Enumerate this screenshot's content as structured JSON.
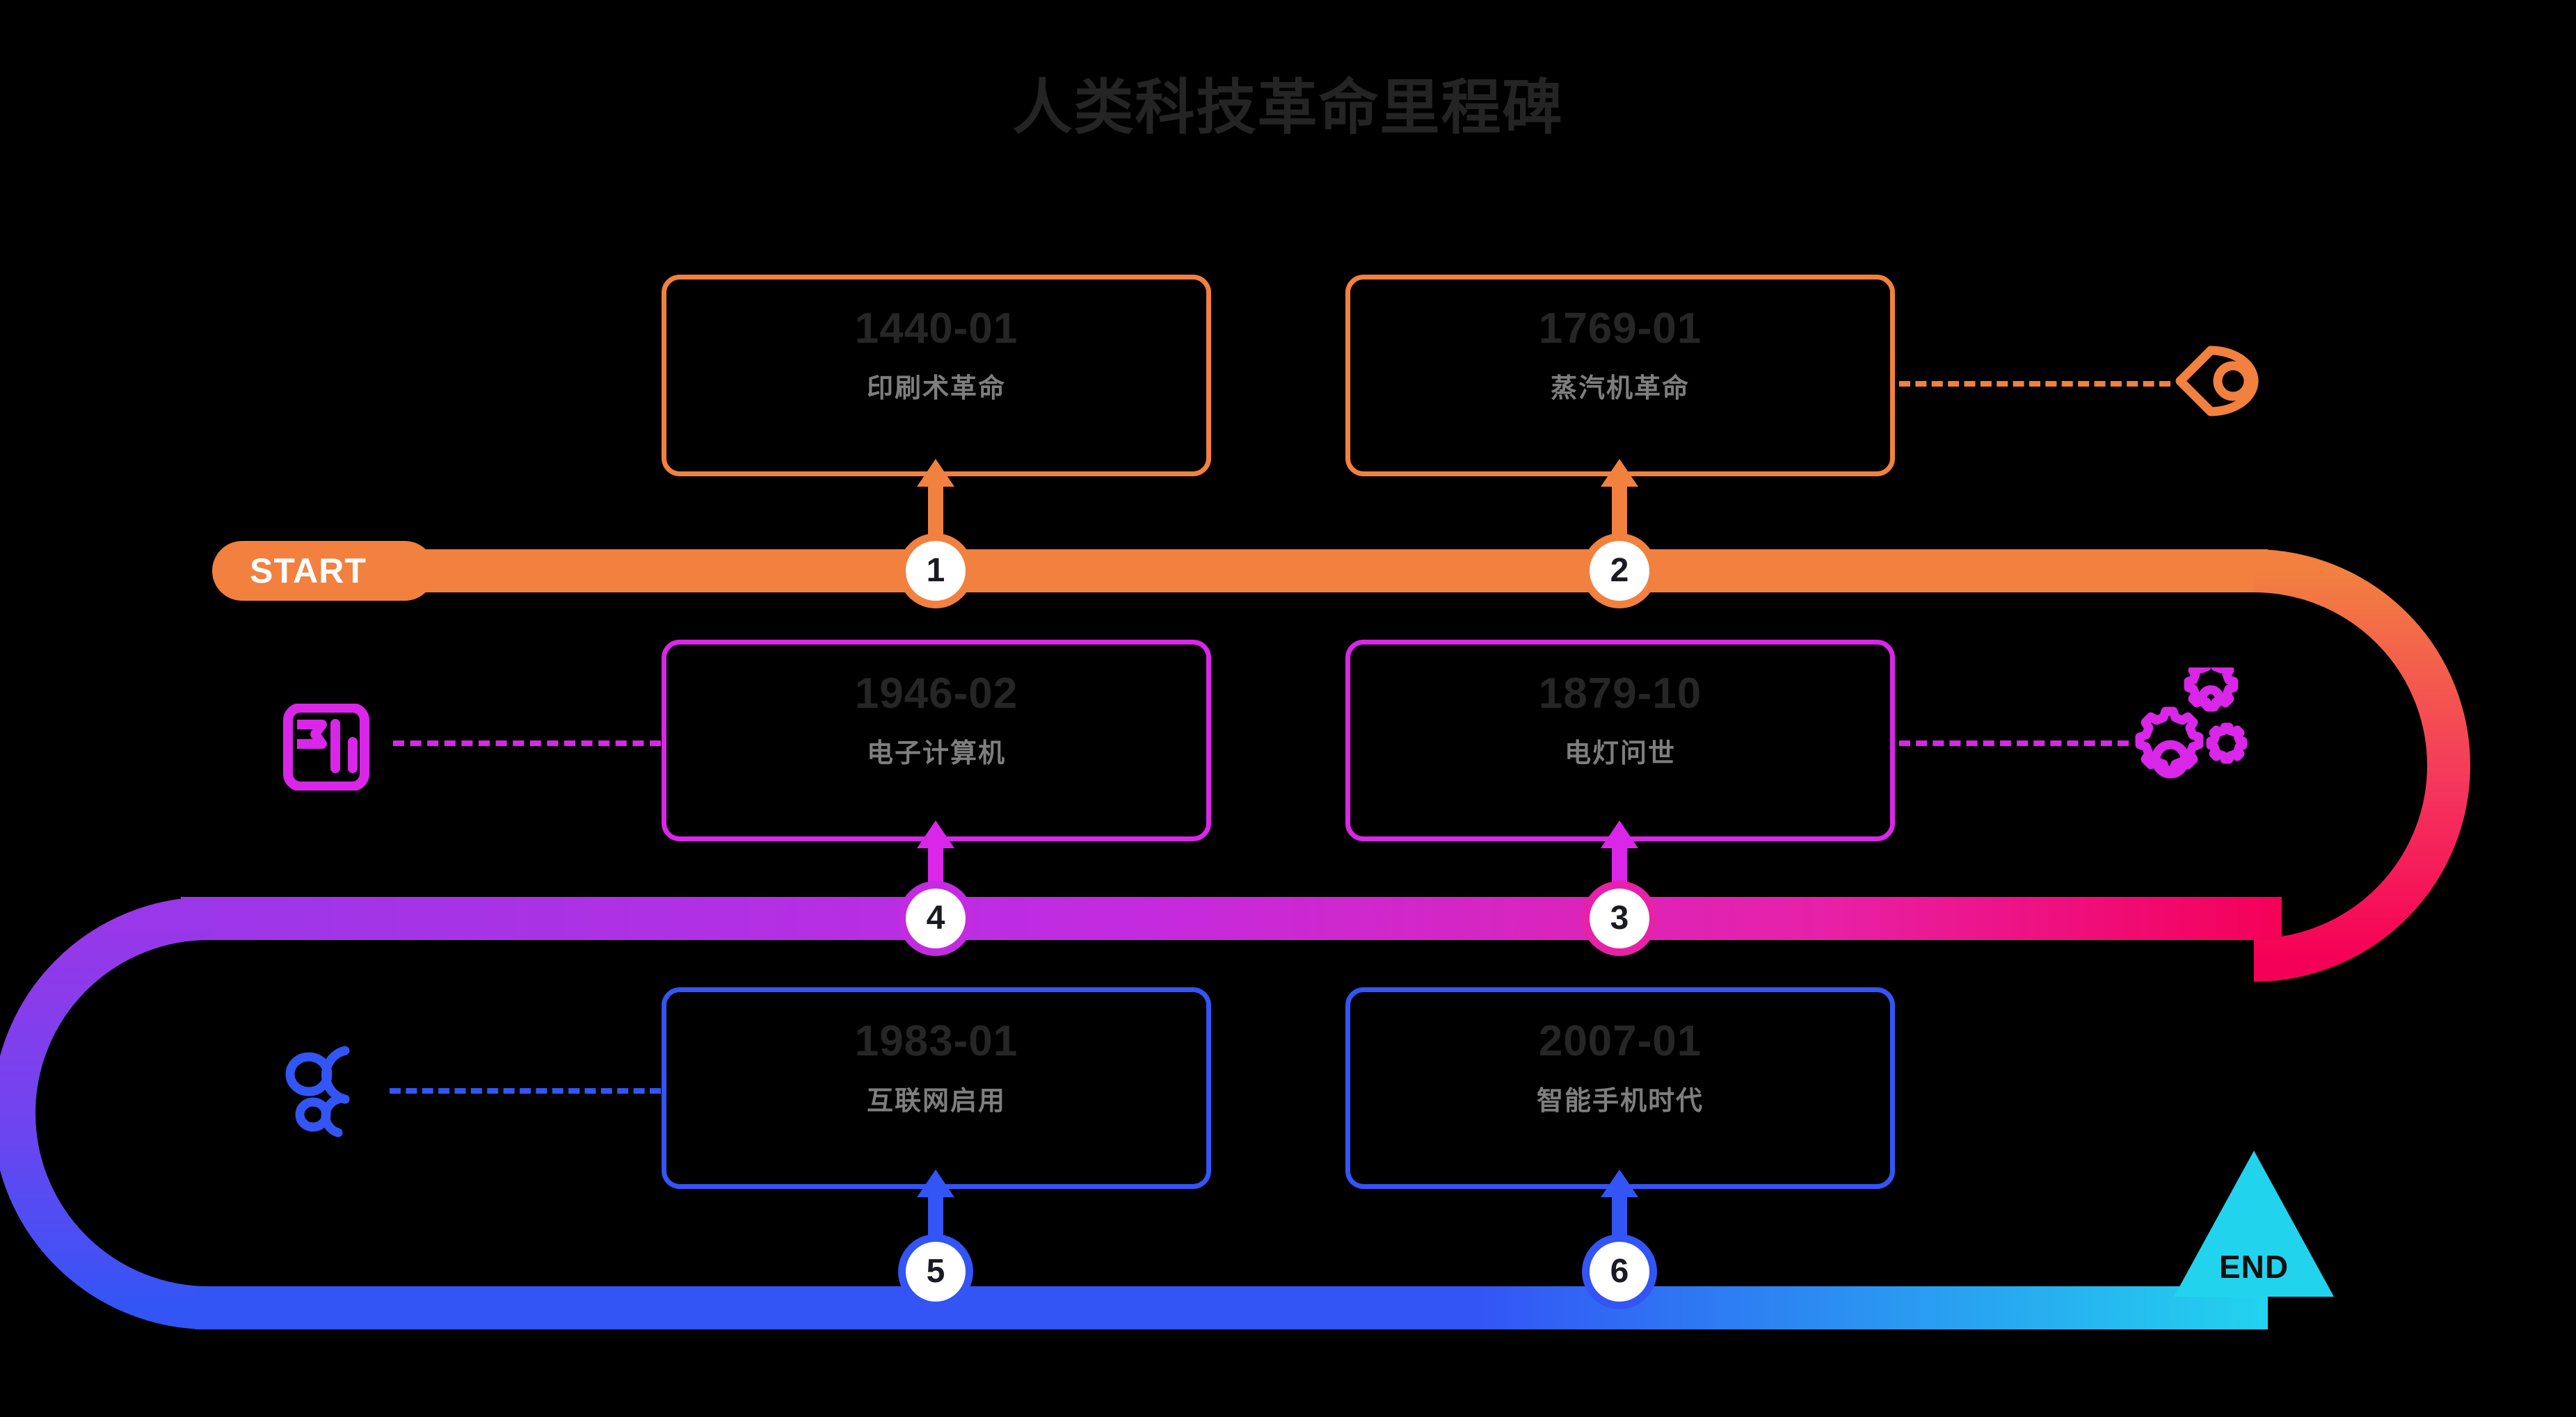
{
  "title": "人类科技革命里程碑",
  "start_label": "START",
  "end_label": "END",
  "colors": {
    "background": "#000000",
    "title": "#242424",
    "orange": "#F2803F",
    "crimson": "#F50057",
    "magenta": "#D926E8",
    "purple": "#9333EA",
    "blue": "#3355F5",
    "cyan": "#22D3EE",
    "card_date": "#262626",
    "card_label": "#7E7E7E",
    "node_fill": "#FFFFFF",
    "node_number": "#1A1A22"
  },
  "milestones": [
    {
      "number": "1",
      "date": "1440-01",
      "label": "印刷术革命",
      "accent": "#F2803F",
      "row": "top"
    },
    {
      "number": "2",
      "date": "1769-01",
      "label": "蒸汽机革命",
      "accent": "#F2803F",
      "row": "top"
    },
    {
      "number": "3",
      "date": "1879-10",
      "label": "电灯问世",
      "accent": "#D926E8",
      "row": "middle"
    },
    {
      "number": "4",
      "date": "1946-02",
      "label": "电子计算机",
      "accent": "#D926E8",
      "row": "middle"
    },
    {
      "number": "5",
      "date": "1983-01",
      "label": "互联网启用",
      "accent": "#3355F5",
      "row": "bottom"
    },
    {
      "number": "6",
      "date": "2007-01",
      "label": "智能手机时代",
      "accent": "#3355F5",
      "row": "bottom"
    }
  ],
  "decor_icons": [
    {
      "name": "location-pin-icon",
      "color": "#F2803F",
      "side": "right",
      "row": "top"
    },
    {
      "name": "flag-board-icon",
      "color": "#D926E8",
      "side": "left",
      "row": "middle"
    },
    {
      "name": "gears-icon",
      "color": "#D926E8",
      "side": "right",
      "row": "middle"
    },
    {
      "name": "network-alpha-icon",
      "color": "#3355F5",
      "side": "left",
      "row": "bottom"
    }
  ],
  "chart_data": {
    "type": "table",
    "title": "人类科技革命里程碑",
    "categories": [
      "1",
      "2",
      "3",
      "4",
      "5",
      "6"
    ],
    "series": [
      {
        "name": "date",
        "values": [
          "1440-01",
          "1769-01",
          "1879-10",
          "1946-02",
          "1983-01",
          "2007-01"
        ]
      },
      {
        "name": "event",
        "values": [
          "印刷术革命",
          "蒸汽机革命",
          "电灯问世",
          "电子计算机",
          "互联网启用",
          "智能手机时代"
        ]
      }
    ],
    "legend": [
      "START",
      "END"
    ],
    "xlabel": "",
    "ylabel": "",
    "grid": false
  }
}
